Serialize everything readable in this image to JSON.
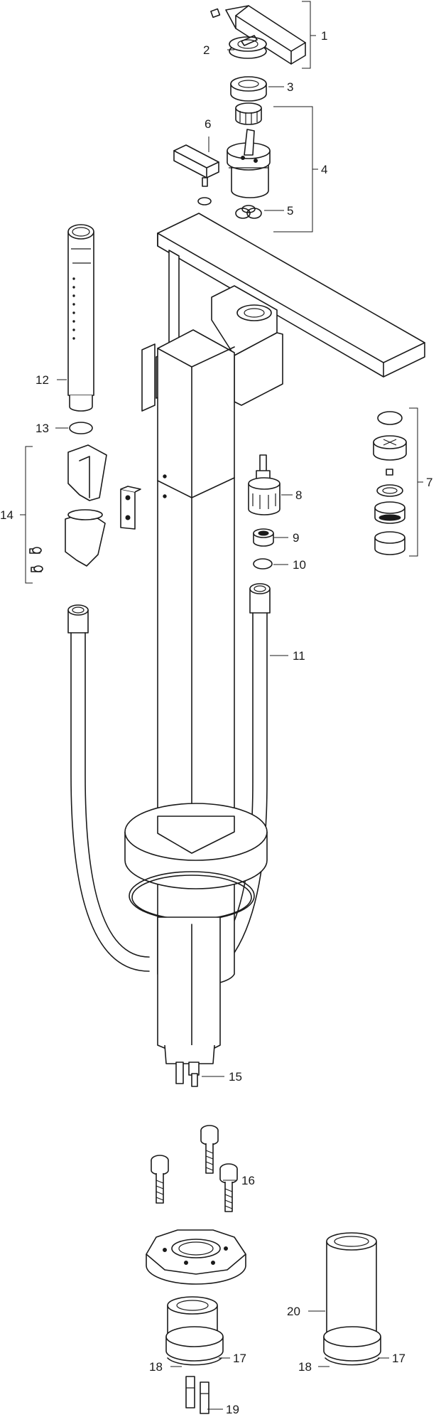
{
  "callouts": {
    "c1": "1",
    "c2": "2",
    "c3": "3",
    "c4": "4",
    "c5": "5",
    "c6": "6",
    "c7": "7",
    "c8": "8",
    "c9": "9",
    "c10": "10",
    "c11": "11",
    "c12": "12",
    "c13": "13",
    "c14": "14",
    "c15": "15",
    "c16": "16",
    "c17a": "17",
    "c17b": "17",
    "c18a": "18",
    "c18b": "18",
    "c19": "19",
    "c20": "20"
  }
}
